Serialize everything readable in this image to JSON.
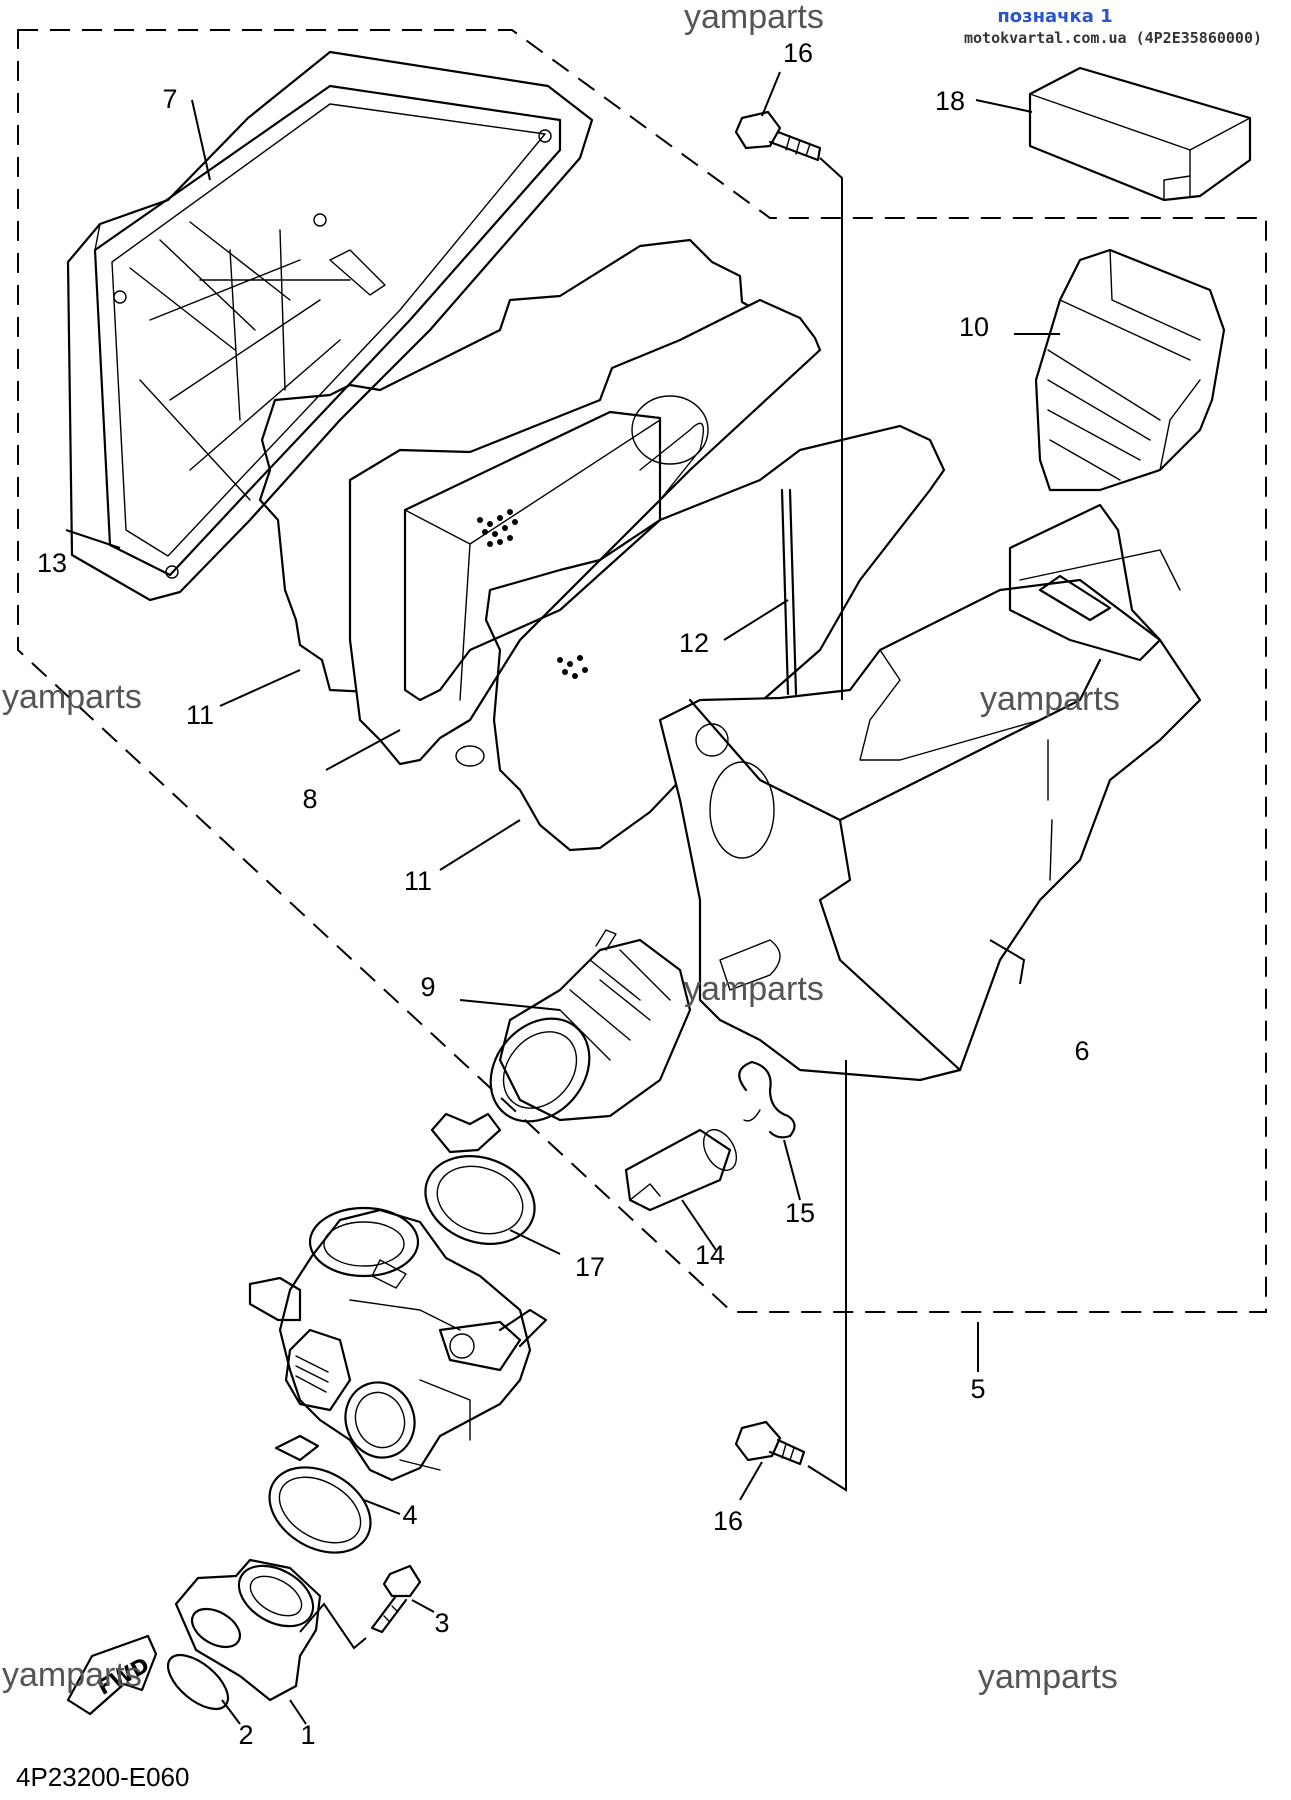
{
  "header": {
    "title": "позначка 1",
    "site": "motokvartal.com.ua (4P2E35860000)"
  },
  "watermarks": [
    "yamparts",
    "yamparts",
    "yamparts",
    "yamparts",
    "yamparts",
    "yamparts"
  ],
  "diagram_code": "4P23200-E060",
  "fwd_label": "FWD",
  "callouts": [
    {
      "id": "c1",
      "text": "1"
    },
    {
      "id": "c2",
      "text": "2"
    },
    {
      "id": "c3",
      "text": "3"
    },
    {
      "id": "c4",
      "text": "4"
    },
    {
      "id": "c5",
      "text": "5"
    },
    {
      "id": "c6",
      "text": "6"
    },
    {
      "id": "c7",
      "text": "7"
    },
    {
      "id": "c8",
      "text": "8"
    },
    {
      "id": "c9",
      "text": "9"
    },
    {
      "id": "c10",
      "text": "10"
    },
    {
      "id": "c11a",
      "text": "11"
    },
    {
      "id": "c11b",
      "text": "11"
    },
    {
      "id": "c12",
      "text": "12"
    },
    {
      "id": "c13",
      "text": "13"
    },
    {
      "id": "c14",
      "text": "14"
    },
    {
      "id": "c15",
      "text": "15"
    },
    {
      "id": "c16a",
      "text": "16"
    },
    {
      "id": "c16b",
      "text": "16"
    },
    {
      "id": "c17",
      "text": "17"
    },
    {
      "id": "c18",
      "text": "18"
    }
  ]
}
